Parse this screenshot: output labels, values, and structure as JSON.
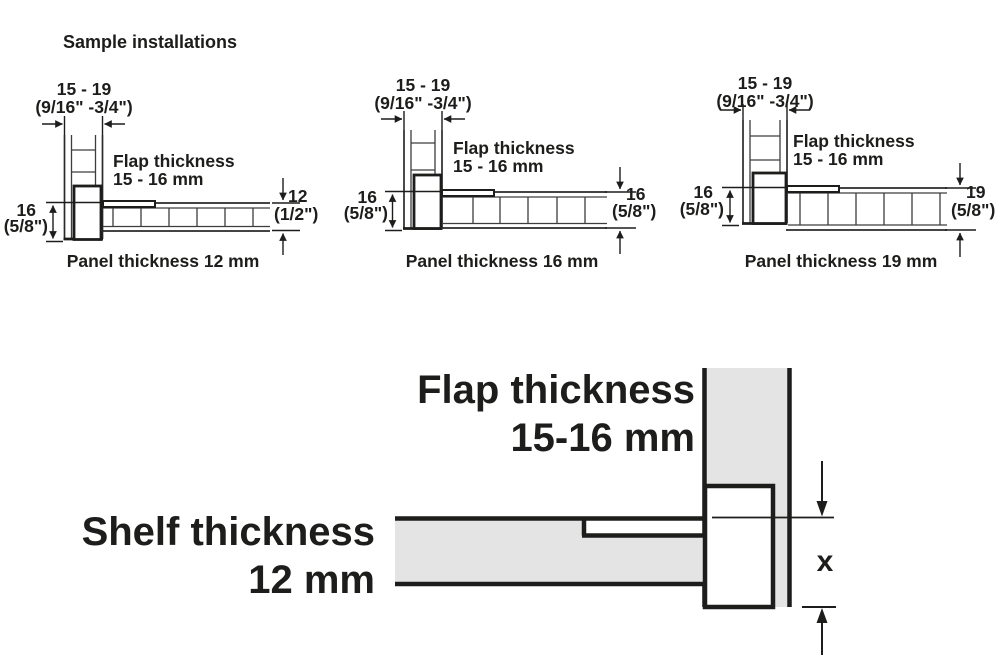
{
  "heading": "Sample installations",
  "colors": {
    "line": "#1d1d1b",
    "panel_fill": "#e4e4e4",
    "background": "#ffffff"
  },
  "installations": [
    {
      "width_mm": "15 - 19",
      "width_in": "(9/16\" -3/4\")",
      "flap_line1": "Flap thickness",
      "flap_line2": "15 - 16 mm",
      "left_mm": "16",
      "left_in": "(5/8\")",
      "right_mm": "12",
      "right_in": "(1/2\")",
      "caption": "Panel thickness 12 mm"
    },
    {
      "width_mm": "15 - 19",
      "width_in": "(9/16\" -3/4\")",
      "flap_line1": "Flap thickness",
      "flap_line2": "15 - 16 mm",
      "left_mm": "16",
      "left_in": "(5/8\")",
      "right_mm": "16",
      "right_in": "(5/8\")",
      "caption": "Panel thickness 16 mm"
    },
    {
      "width_mm": "15 - 19",
      "width_in": "(9/16\" -3/4\")",
      "flap_line1": "Flap thickness",
      "flap_line2": "15 - 16 mm",
      "left_mm": "16",
      "left_in": "(5/8\")",
      "right_mm": "19",
      "right_in": "(5/8\")",
      "caption": "Panel thickness 19 mm"
    }
  ],
  "detail": {
    "flap_line1": "Flap thickness",
    "flap_line2": "15-16 mm",
    "shelf_line1": "Shelf thickness",
    "shelf_line2": "12 mm",
    "dim_x": "x"
  }
}
